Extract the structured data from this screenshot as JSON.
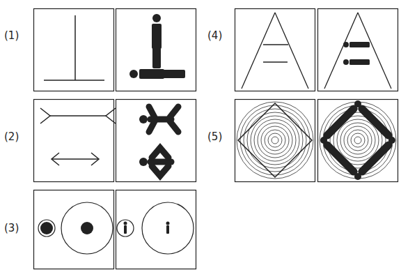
{
  "diagram": {
    "labels": [
      "(1)",
      "(2)",
      "(3)",
      "(4)",
      "(5)"
    ]
  }
}
